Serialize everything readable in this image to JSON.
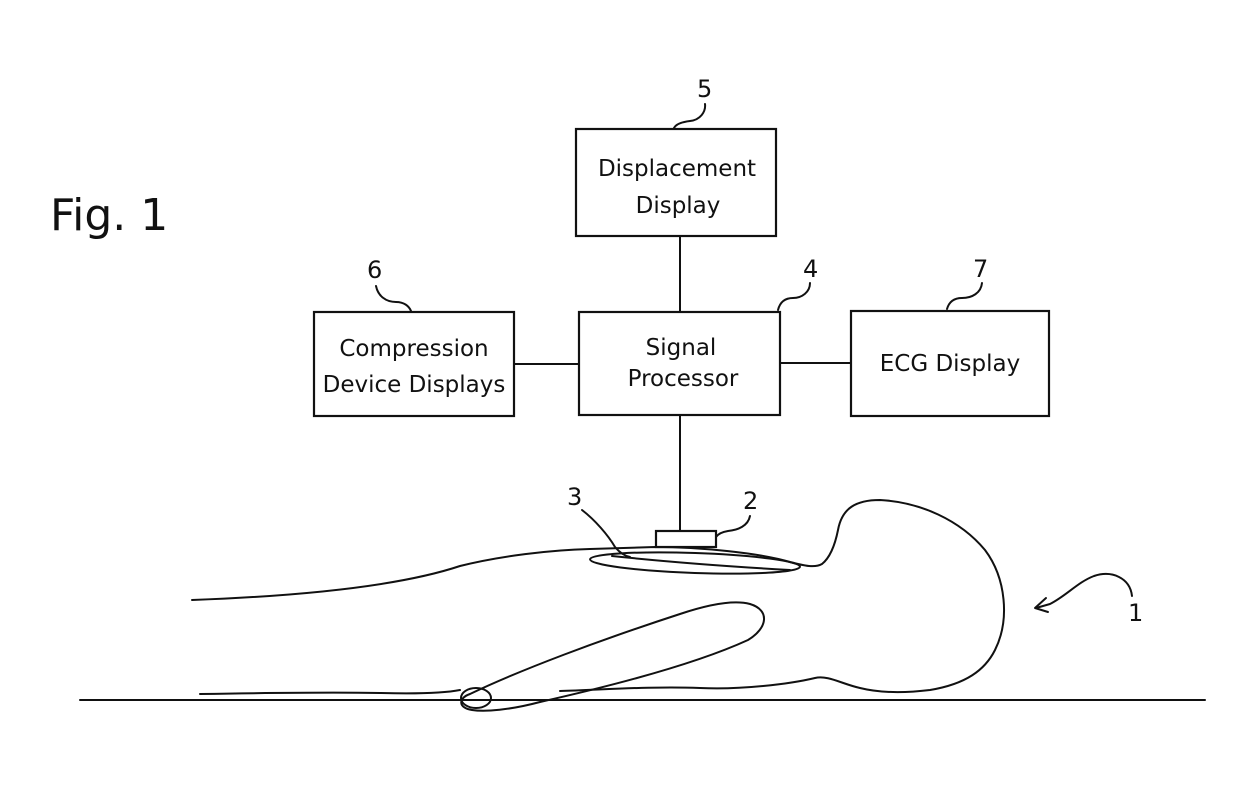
{
  "figure": {
    "title": "Fig. 1"
  },
  "blocks": {
    "displacement": {
      "ref": "5",
      "line1": "Displacement",
      "line2": "Display"
    },
    "signal": {
      "ref": "4",
      "line1": "Signal",
      "line2": "Processor"
    },
    "compression": {
      "ref": "6",
      "line1": "Compression",
      "line2": "Device Displays"
    },
    "ecg": {
      "ref": "7",
      "line1": "ECG Display"
    }
  },
  "parts": {
    "patient_ref": "1",
    "sensor_ref": "2",
    "region_ref": "3"
  }
}
